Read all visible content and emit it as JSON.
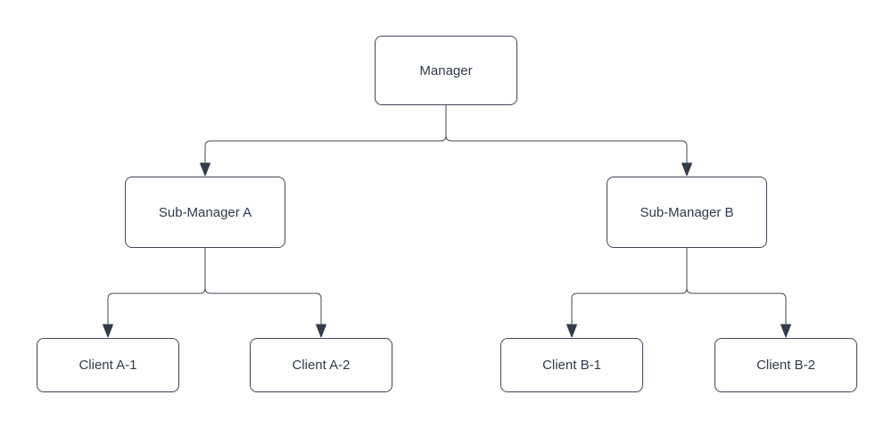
{
  "colors": {
    "stroke": "#3e4759",
    "arrowhead": "#333b4c",
    "text": "#313a4b",
    "node_fill": "#ffffff",
    "background": "#ffffff"
  },
  "nodes": {
    "manager": {
      "label": "Manager"
    },
    "sub_a": {
      "label": "Sub-Manager A"
    },
    "sub_b": {
      "label": "Sub-Manager B"
    },
    "client_a1": {
      "label": "Client A-1"
    },
    "client_a2": {
      "label": "Client A-2"
    },
    "client_b1": {
      "label": "Client B-1"
    },
    "client_b2": {
      "label": "Client B-2"
    }
  },
  "edges": [
    {
      "from": "Manager",
      "to": "Sub-Manager A"
    },
    {
      "from": "Manager",
      "to": "Sub-Manager B"
    },
    {
      "from": "Sub-Manager A",
      "to": "Client A-1"
    },
    {
      "from": "Sub-Manager A",
      "to": "Client A-2"
    },
    {
      "from": "Sub-Manager B",
      "to": "Client B-1"
    },
    {
      "from": "Sub-Manager B",
      "to": "Client B-2"
    }
  ]
}
